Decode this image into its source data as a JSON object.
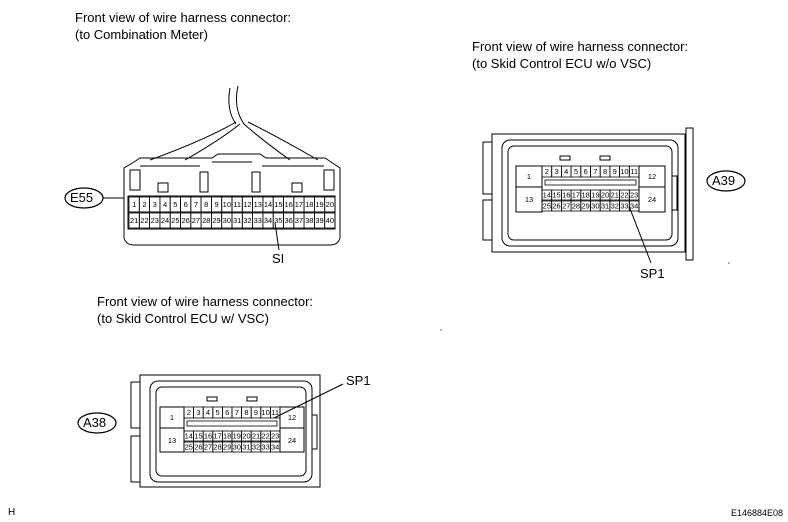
{
  "captions": {
    "e55": {
      "line1": "Front view of wire harness connector:",
      "line2": "(to Combination Meter)"
    },
    "a39": {
      "line1": "Front view of wire harness connector:",
      "line2": "(to Skid Control ECU w/o VSC)"
    },
    "a38": {
      "line1": "Front view of wire harness connector:",
      "line2": "(to Skid Control ECU w/ VSC)"
    }
  },
  "connectors": {
    "e55": {
      "id": "E55",
      "pin_label": "SI"
    },
    "a39": {
      "id": "A39",
      "pin_label": "SP1"
    },
    "a38": {
      "id": "A38",
      "pin_label": "SP1"
    }
  },
  "e55_pins": {
    "top": [
      "1",
      "2",
      "3",
      "4",
      "5",
      "6",
      "7",
      "8",
      "9",
      "10",
      "11",
      "12",
      "13",
      "14",
      "15",
      "16",
      "17",
      "18",
      "19",
      "20"
    ],
    "bottom": [
      "21",
      "22",
      "23",
      "24",
      "25",
      "26",
      "27",
      "28",
      "29",
      "30",
      "31",
      "32",
      "33",
      "34",
      "35",
      "36",
      "37",
      "38",
      "39",
      "40"
    ]
  },
  "ecu_pins": {
    "left_top": "1",
    "left_mid": "13",
    "right_top": "12",
    "right_mid": "24",
    "row1": [
      "2",
      "3",
      "4",
      "5",
      "6",
      "7",
      "8",
      "9",
      "10",
      "11"
    ],
    "row2": [
      "14",
      "15",
      "16",
      "17",
      "18",
      "19",
      "20",
      "21",
      "22",
      "23"
    ],
    "row3": [
      "25",
      "26",
      "27",
      "28",
      "29",
      "30",
      "31",
      "32",
      "33",
      "34"
    ]
  },
  "footer": {
    "left": "H",
    "right": "E146884E08"
  },
  "colors": {
    "line": "#000000",
    "background": "#ffffff"
  }
}
